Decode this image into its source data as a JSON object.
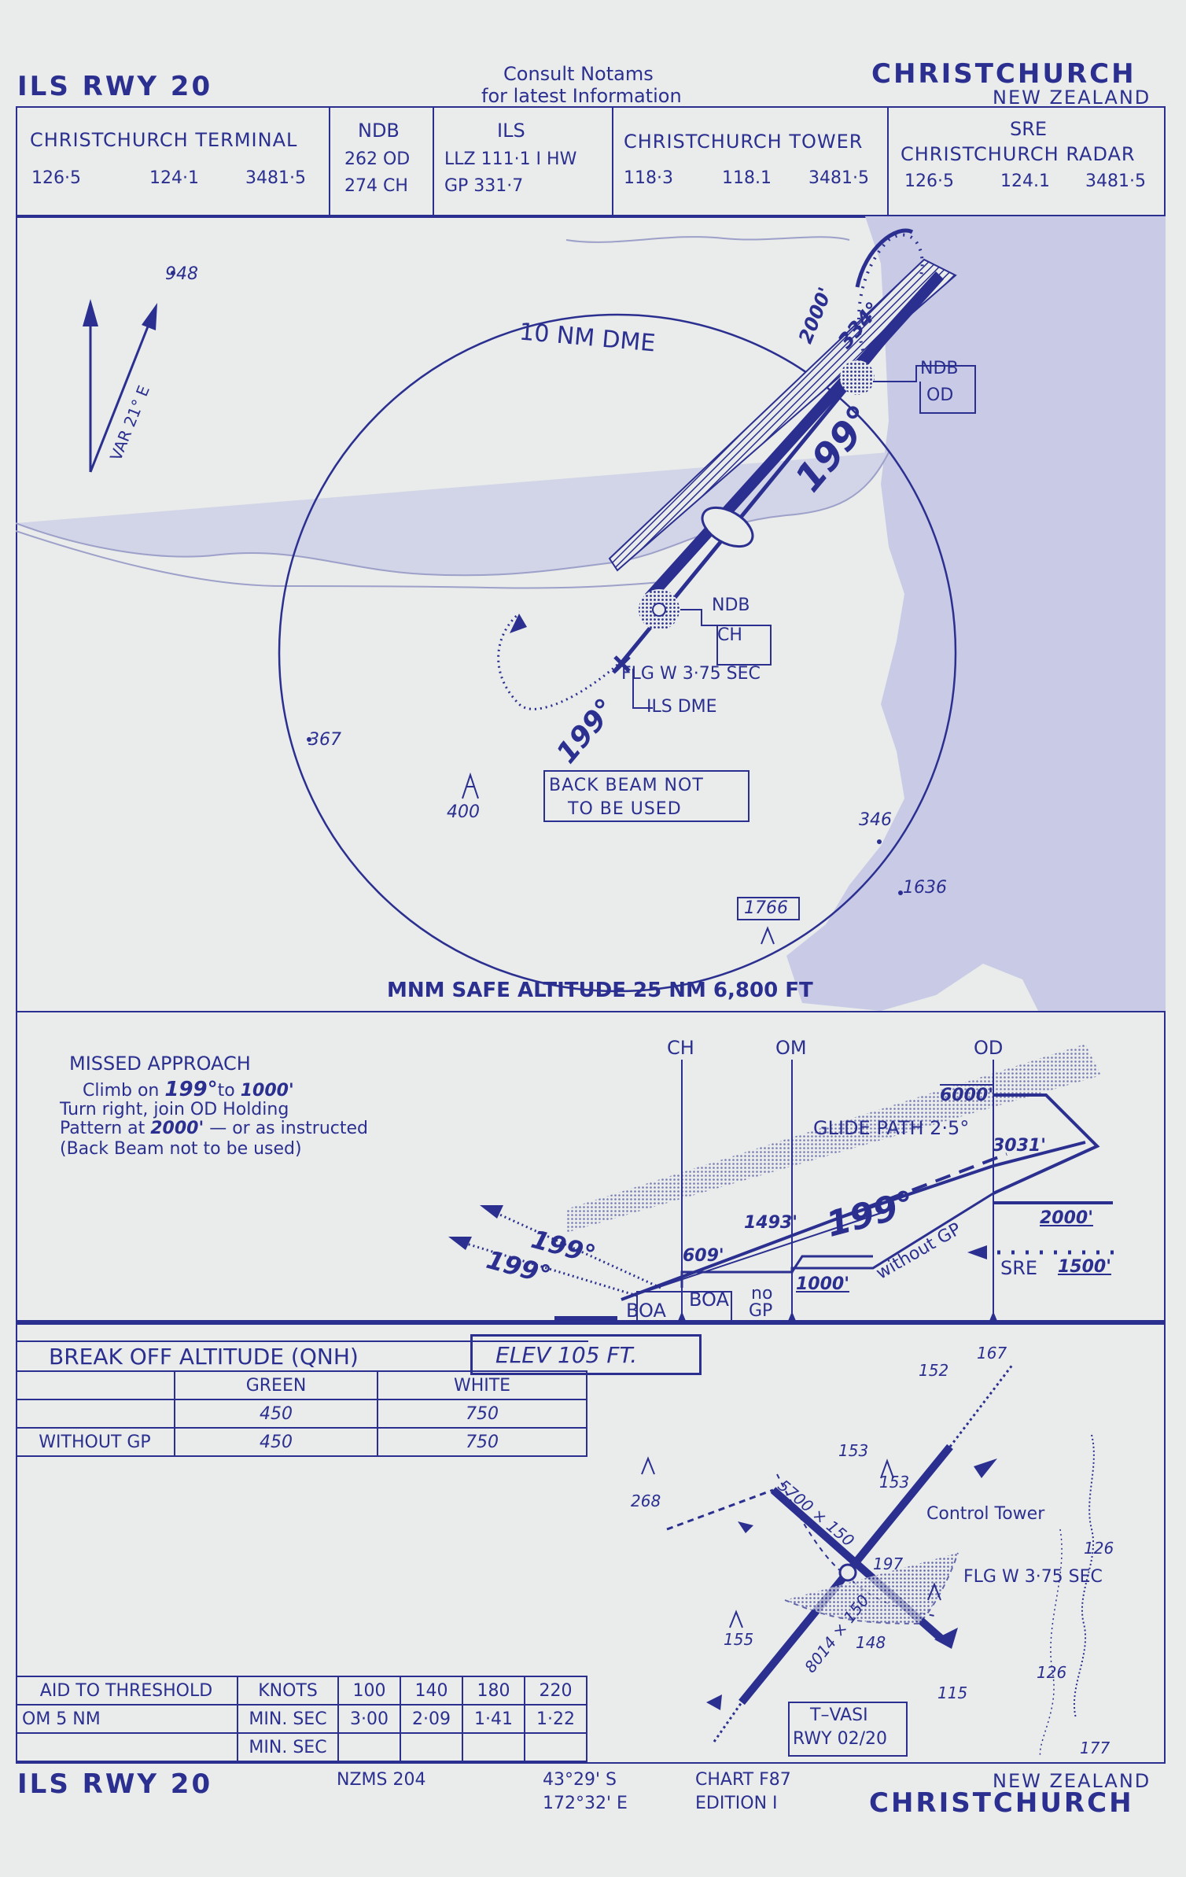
{
  "header": {
    "title_left": "ILS RWY 20",
    "notice_line1": "Consult Notams",
    "notice_line2": "for latest Information",
    "city": "CHRISTCHURCH",
    "country": "NEW ZEALAND"
  },
  "comms": {
    "terminal": {
      "name": "CHRISTCHURCH TERMINAL",
      "f1": "126·5",
      "f2": "124·1",
      "f3": "3481·5"
    },
    "ndb": {
      "name": "NDB",
      "l1": "262 OD",
      "l2": "274 CH"
    },
    "ils": {
      "name": "ILS",
      "l1": "LLZ 111·1 I HW",
      "l2": "GP 331·7"
    },
    "tower": {
      "name": "CHRISTCHURCH TOWER",
      "f1": "118·3",
      "f2": "118.1",
      "f3": "3481·5"
    },
    "sre": {
      "name1": "SRE",
      "name2": "CHRISTCHURCH RADAR",
      "f1": "126·5",
      "f2": "124.1",
      "f3": "3481·5"
    }
  },
  "plan": {
    "var": "VAR 21° E",
    "spot_948": "948",
    "dme_ring": "10 NM DME",
    "hold_alt": "2000'",
    "hold_crs": "334°",
    "inbound_course": "199°",
    "ndb_od": {
      "l1": "NDB",
      "l2": "OD"
    },
    "ndb_ch": {
      "l1": "NDB",
      "l2": "CH"
    },
    "flg": "FLG W 3·75 SEC",
    "ils_dme": "ILS DME",
    "course_199": "199°",
    "spot_367": "367",
    "mast_400": "400",
    "backbeam_l1": "BACK BEAM NOT",
    "backbeam_l2": "TO BE USED",
    "spot_346": "346",
    "spot_1636": "1636",
    "spot_1766": "1766",
    "msa": "MNM SAFE ALTITUDE 25 NM 6,800 FT"
  },
  "profile": {
    "ma_title": "MISSED APPROACH",
    "ma_l1a": "Climb on ",
    "ma_l1b": "199°",
    "ma_l1c": "to ",
    "ma_l1d": "1000'",
    "ma_l2": "Turn right, join OD Holding",
    "ma_l3a": "Pattern at ",
    "ma_l3b": "2000'",
    "ma_l3c": " — or as instructed",
    "ma_l4": "(Back Beam not to be used)",
    "ch": "CH",
    "om": "OM",
    "od": "OD",
    "alt_6000": "6000'",
    "glide": "GLIDE PATH 2·5°",
    "alt_3031": "3031'",
    "alt_1493": "1493'",
    "crs_199": "199°",
    "alt_2000": "2000'",
    "without_gp": "without GP",
    "sre": "SRE",
    "alt_1500": "1500'",
    "alt_609": "609'",
    "alt_1000": "1000'",
    "ma_crs1": "199°",
    "ma_crs2": "199°",
    "boa1": "BOA",
    "boa2": "BOA",
    "no_gp": "no",
    "no_gp2": "GP"
  },
  "boa_table": {
    "title": "BREAK OFF ALTITUDE (QNH)",
    "elev": "ELEV 105 FT.",
    "col_green": "GREEN",
    "col_white": "WHITE",
    "row1": {
      "label": "",
      "green": "450",
      "white": "750"
    },
    "row2": {
      "label": "WITHOUT GP",
      "green": "450",
      "white": "750"
    }
  },
  "timing": {
    "h_aid": "AID TO THRESHOLD",
    "h_knots": "KNOTS",
    "speeds": [
      "100",
      "140",
      "180",
      "220"
    ],
    "om": "OM   5 NM",
    "minsec": "MIN. SEC",
    "minsec2": "MIN. SEC",
    "times": [
      "3·00",
      "2·09",
      "1·41",
      "1·22"
    ]
  },
  "aerodrome": {
    "spot_167": "167",
    "spot_152": "152",
    "spot_153a": "153",
    "spot_153b": "153",
    "spot_268": "268",
    "rwy_5700": "5700 × 150",
    "rwy_8014": "8014 × 150",
    "tower": "Control Tower",
    "spot_197": "197",
    "flg": "FLG W 3·75 SEC",
    "spot_126a": "126",
    "spot_126b": "126",
    "spot_155": "155",
    "spot_148": "148",
    "spot_115": "115",
    "spot_177": "177",
    "tvasi1": "T–VASI",
    "tvasi2": "RWY 02/20"
  },
  "footer": {
    "title": "ILS RWY 20",
    "nzms": "NZMS 204",
    "lat": "43°29' S",
    "lon": "172°32' E",
    "chart": "CHART F87",
    "edition": "EDITION I",
    "country": "NEW ZEALAND",
    "city": "CHRISTCHURCH"
  },
  "colors": {
    "ink": "#2b2f8f",
    "paper": "#e9ecea",
    "terrain": "#c9cbe6"
  }
}
